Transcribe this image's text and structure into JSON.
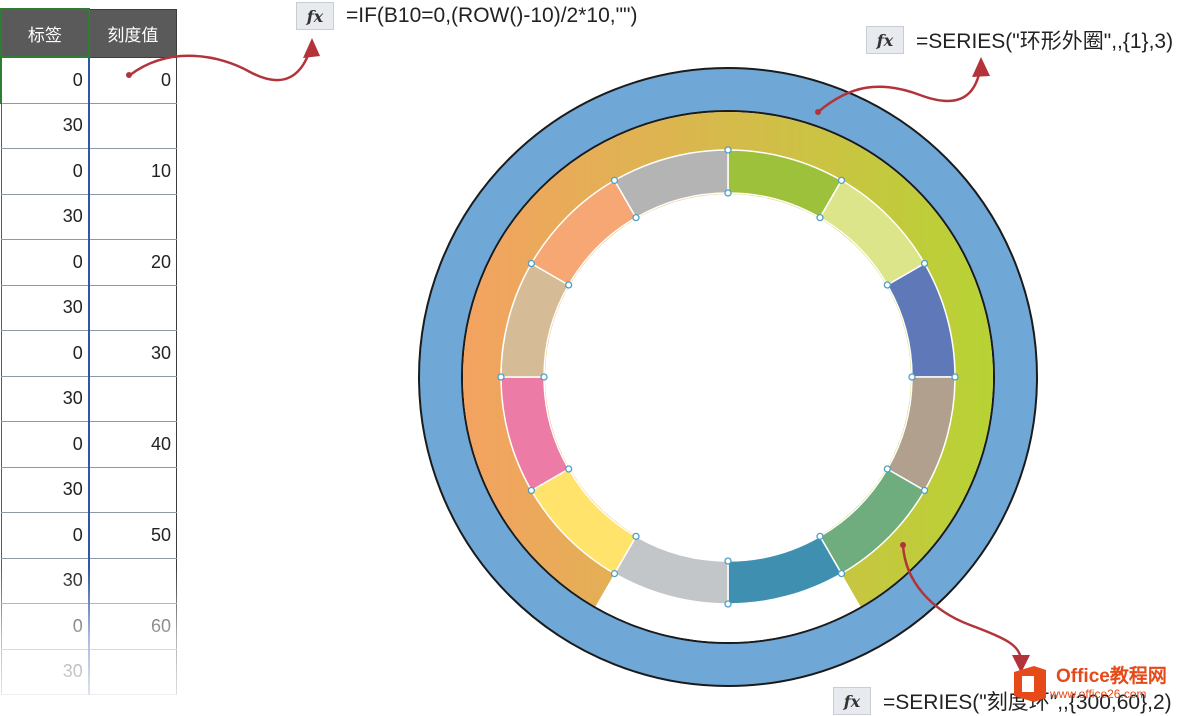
{
  "sheet": {
    "headers": [
      "标签",
      "刻度值"
    ],
    "rows": [
      [
        "0",
        "0"
      ],
      [
        "30",
        ""
      ],
      [
        "0",
        "10"
      ],
      [
        "30",
        ""
      ],
      [
        "0",
        "20"
      ],
      [
        "30",
        ""
      ],
      [
        "0",
        "30"
      ],
      [
        "30",
        ""
      ],
      [
        "0",
        "40"
      ],
      [
        "30",
        ""
      ],
      [
        "0",
        "50"
      ],
      [
        "30",
        ""
      ],
      [
        "0",
        "60"
      ],
      [
        "30",
        ""
      ]
    ]
  },
  "formulas": {
    "fx_label": "fx",
    "top": "=IF(B10=0,(ROW()-10)/2*10,\"\")",
    "outer": "=SERIES(\"环形外圈\",,{1},3)",
    "bottom": "=SERIES(\"刻度环\",,{300,60},2)"
  },
  "chart_data": {
    "type": "pie",
    "series": [
      {
        "values": [
          1
        ],
        "color": "#6fa8d6"
      },
      {
        "values": [
          300,
          60
        ],
        "gradient": [
          "#f4a261",
          "#b7d334"
        ]
      },
      {
        "values": [
          30,
          30,
          30,
          30,
          30,
          30,
          30,
          30,
          30,
          30,
          30,
          30
        ],
        "colors": [
          "#9dc13a",
          "#dde58a",
          "#5f79b8",
          "#b1a08e",
          "#6fac7e",
          "#3f8fb0",
          "#c3c6c8",
          "#ffe36a",
          "#ec7ba5",
          "#d6bc96",
          "#f6a773",
          "#b4b4b4"
        ]
      }
    ]
  },
  "watermark": {
    "text": "Office教程网",
    "sub": "www.office26.com"
  },
  "colors": {
    "arrow": "#b2343a",
    "accent_green": "#2e7d32"
  }
}
